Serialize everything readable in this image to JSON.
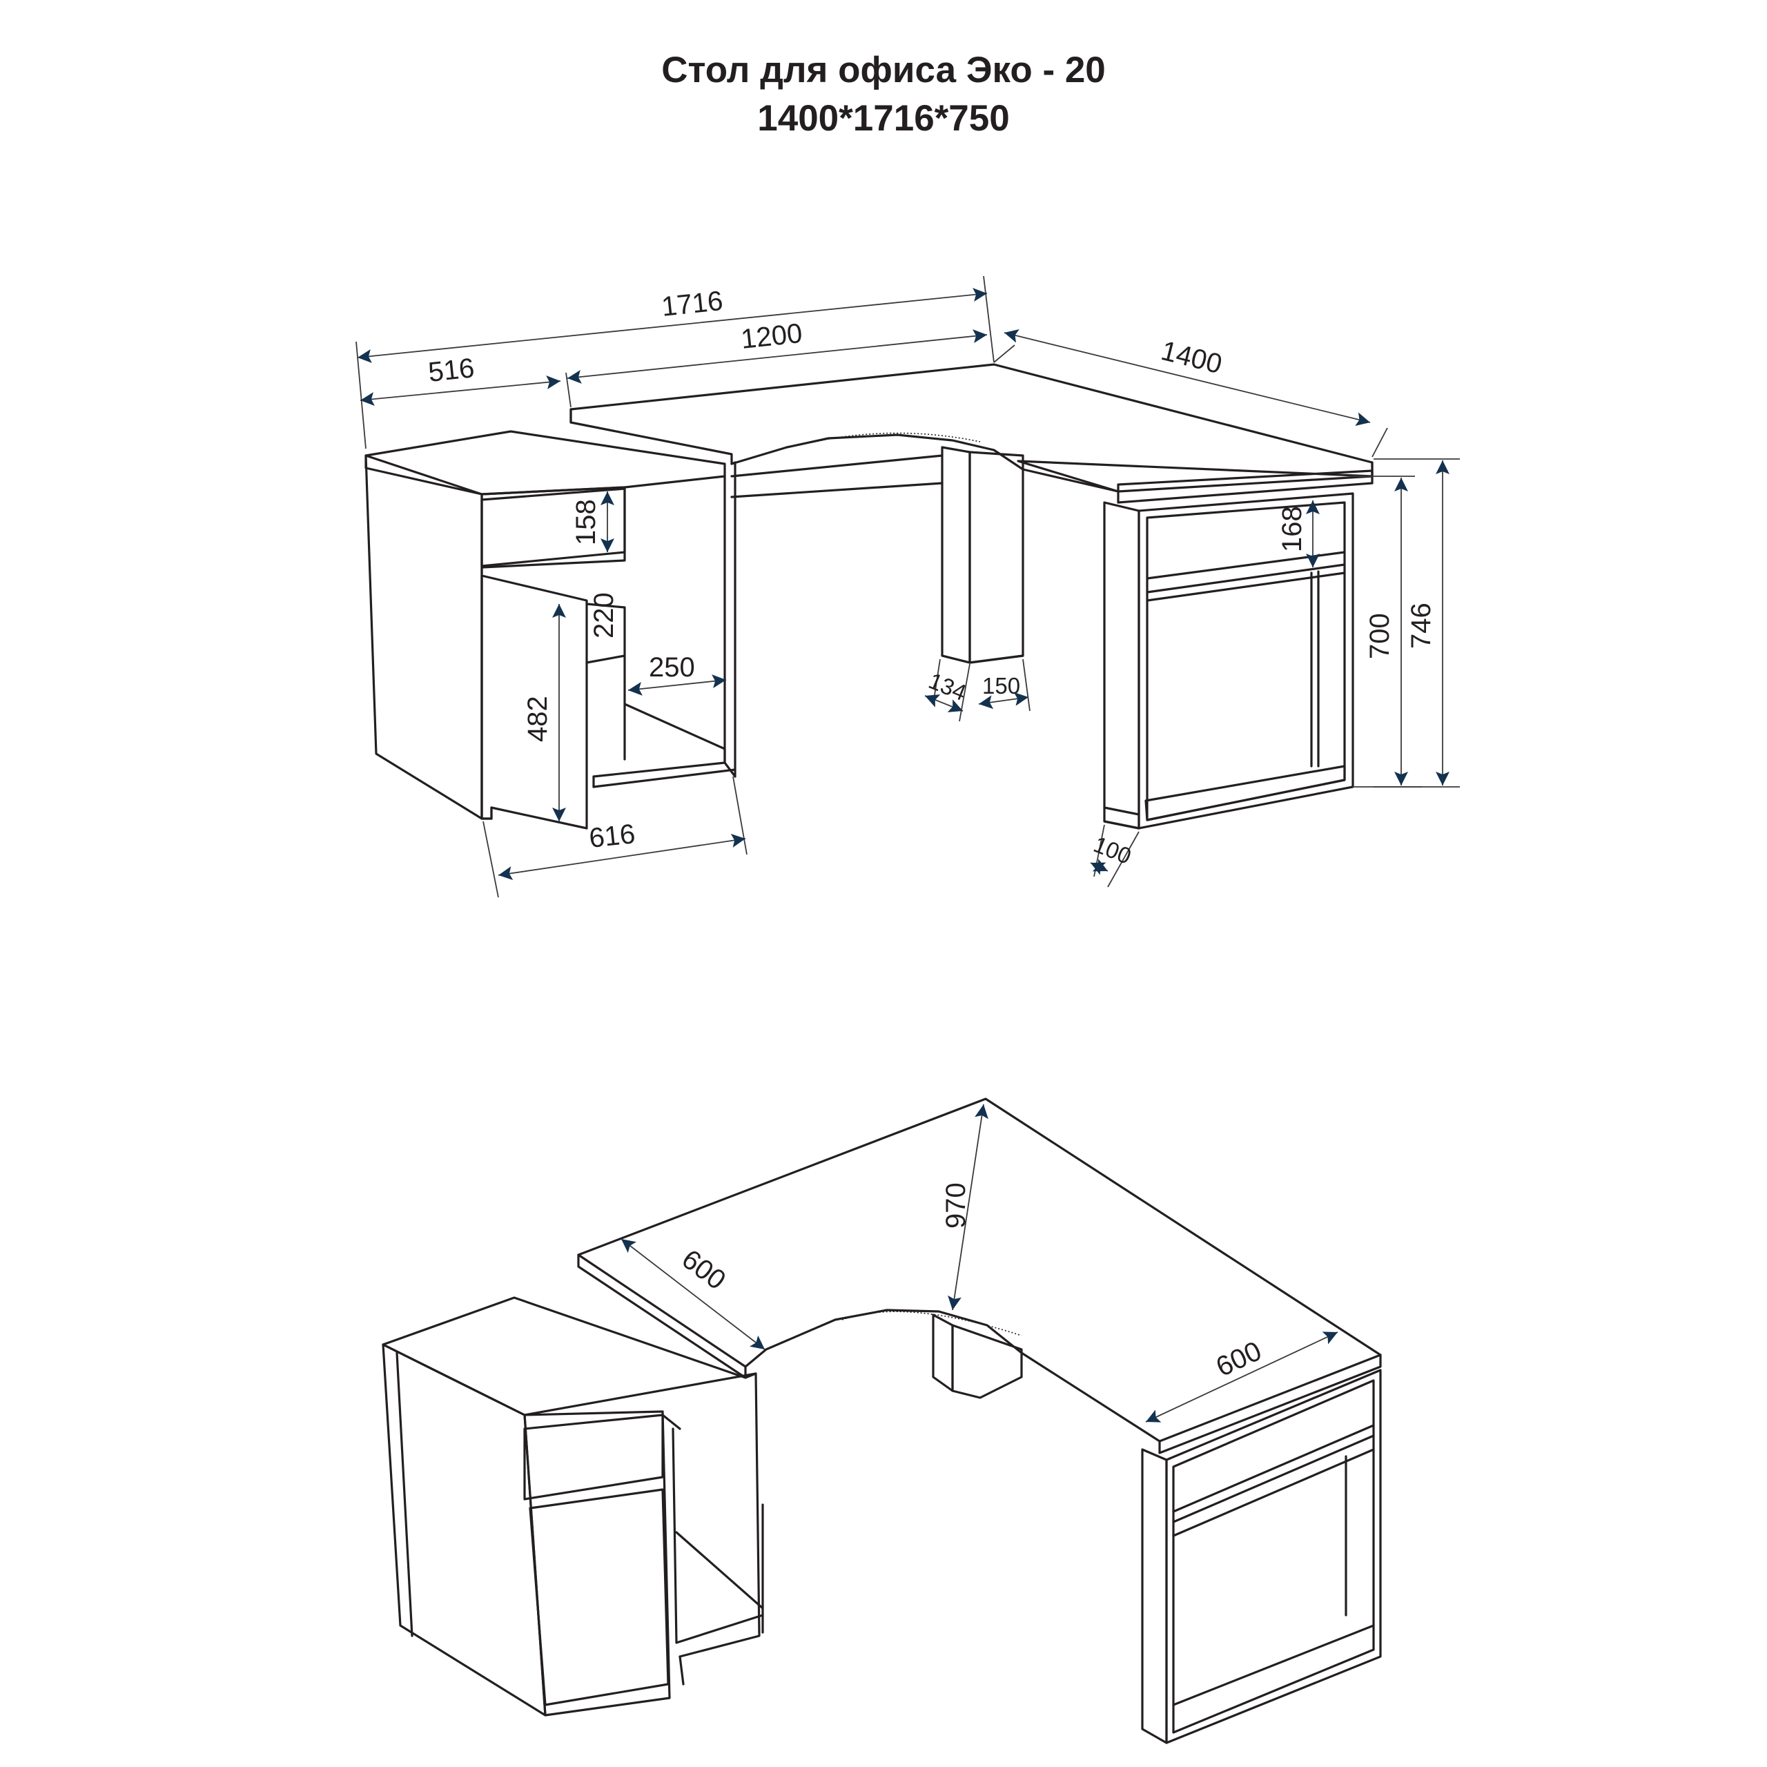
{
  "header": {
    "title": "Стол для офиса Эко - 20",
    "subtitle": "1400*1716*750"
  },
  "dimensions_top_view": {
    "overall_length": "1716",
    "top_length": "1200",
    "pedestal_width": "516",
    "side_length": "1400",
    "drawer_height": "158",
    "shelf_gap": "220",
    "door_height": "482",
    "niche_depth": "250",
    "pedestal_depth": "616",
    "leg_depth": "134",
    "leg_width": "150",
    "side_panel_thickness": "100",
    "shelf_height": "168",
    "inner_height": "700",
    "total_height": "746"
  },
  "dimensions_bottom_view": {
    "top_depth_left": "600",
    "top_depth_right": "600",
    "diagonal": "970"
  },
  "colors": {
    "line": "#231f20",
    "arrow": "#13324f",
    "background": "#ffffff"
  }
}
